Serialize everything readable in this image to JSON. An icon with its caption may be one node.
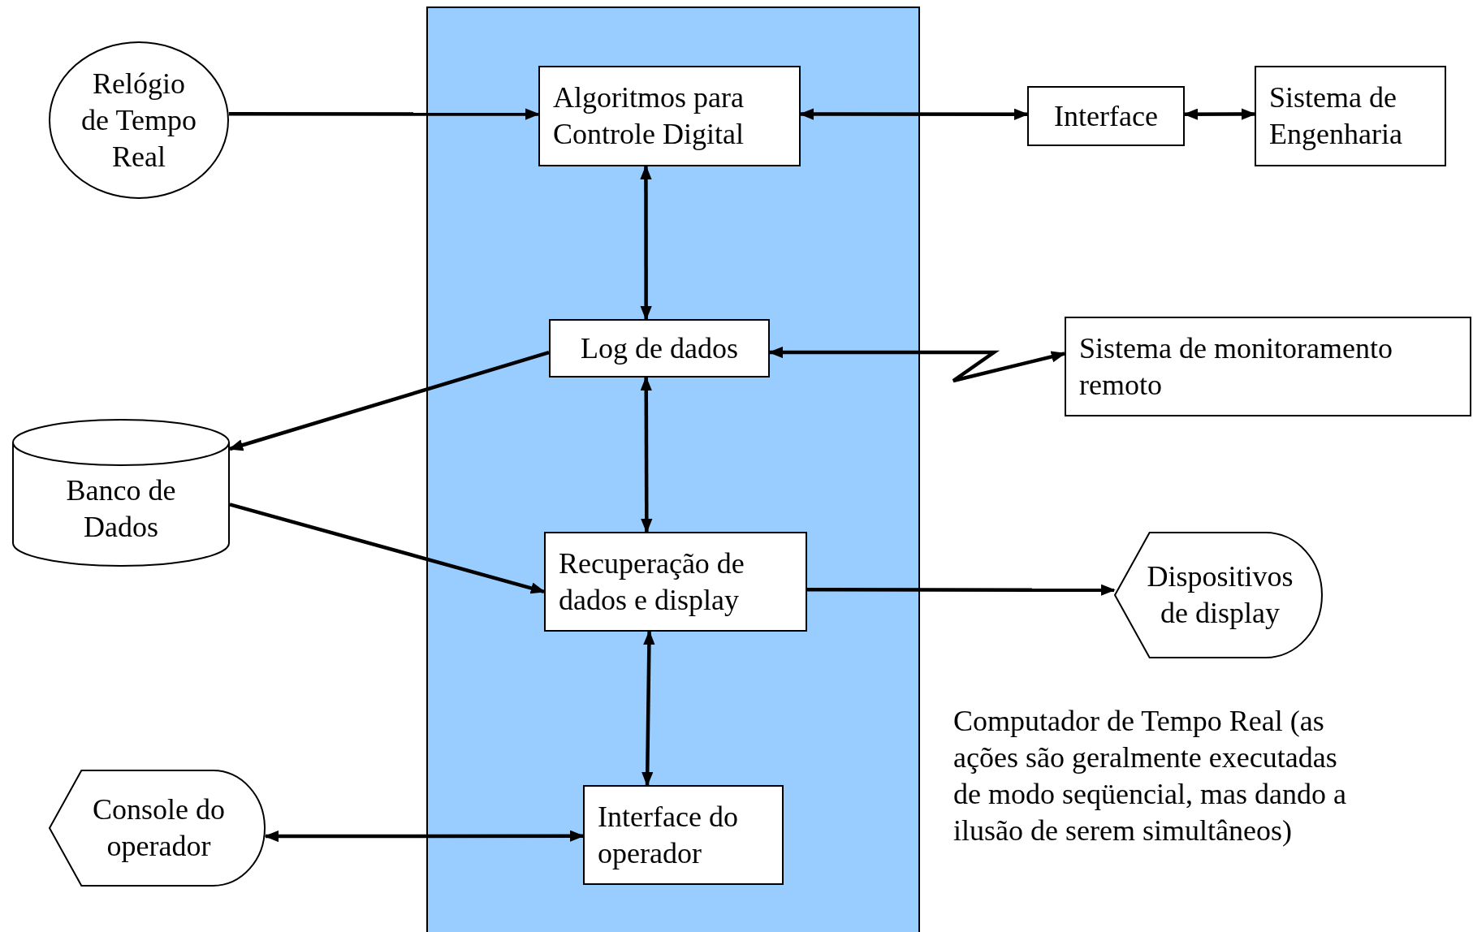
{
  "diagram": {
    "nodes": [
      {
        "text": [
          "Relógio de Tempo Real"
        ]
      },
      {
        "text": [],
        "shape": "box"
      },
      {
        "text": [
          "Algoritmos para Controle Digital"
        ],
        "in": 1
      },
      {
        "text": [
          "Interface"
        ]
      },
      {
        "text": [
          "Sistema de Engenharia"
        ]
      },
      {
        "text": [
          "Log de dados"
        ],
        "in": 1
      },
      {
        "text": [
          "Sistema de monitoramento remoto"
        ]
      },
      {
        "text": [
          "Banco de Dados"
        ]
      },
      {
        "text": [
          "Recuperação de dados e display"
        ],
        "in": 1
      },
      {
        "text": [
          "Dispositivos de display"
        ]
      },
      {
        "text": [
          "Console do operador"
        ]
      },
      {
        "text": [
          "Interface do operador"
        ],
        "in": 1
      }
    ],
    "edges": [
      {
        "from": 0,
        "to": 2,
        "arrow": "to"
      },
      {
        "from": 2,
        "to": 3,
        "arrow": "both"
      },
      {
        "from": 3,
        "to": 4,
        "arrow": "both"
      },
      {
        "from": 2,
        "to": 5,
        "arrow": "both"
      },
      {
        "from": 5,
        "to": 6,
        "arrow": "both"
      },
      {
        "from": 5,
        "to": 7,
        "arrow": "to"
      },
      {
        "from": 7,
        "to": 8,
        "arrow": "to"
      },
      {
        "from": 5,
        "to": 8,
        "arrow": "both"
      },
      {
        "from": 8,
        "to": 9,
        "arrow": "to"
      },
      {
        "from": 8,
        "to": 11,
        "arrow": "both"
      },
      {
        "from": 10,
        "to": 11,
        "arrow": "both"
      }
    ],
    "labels": [
      "Computador de Tempo Real (as ações são geralmente executadas de modo seqüencial, mas dando a ilusão de serem simultâneos)"
    ]
  }
}
